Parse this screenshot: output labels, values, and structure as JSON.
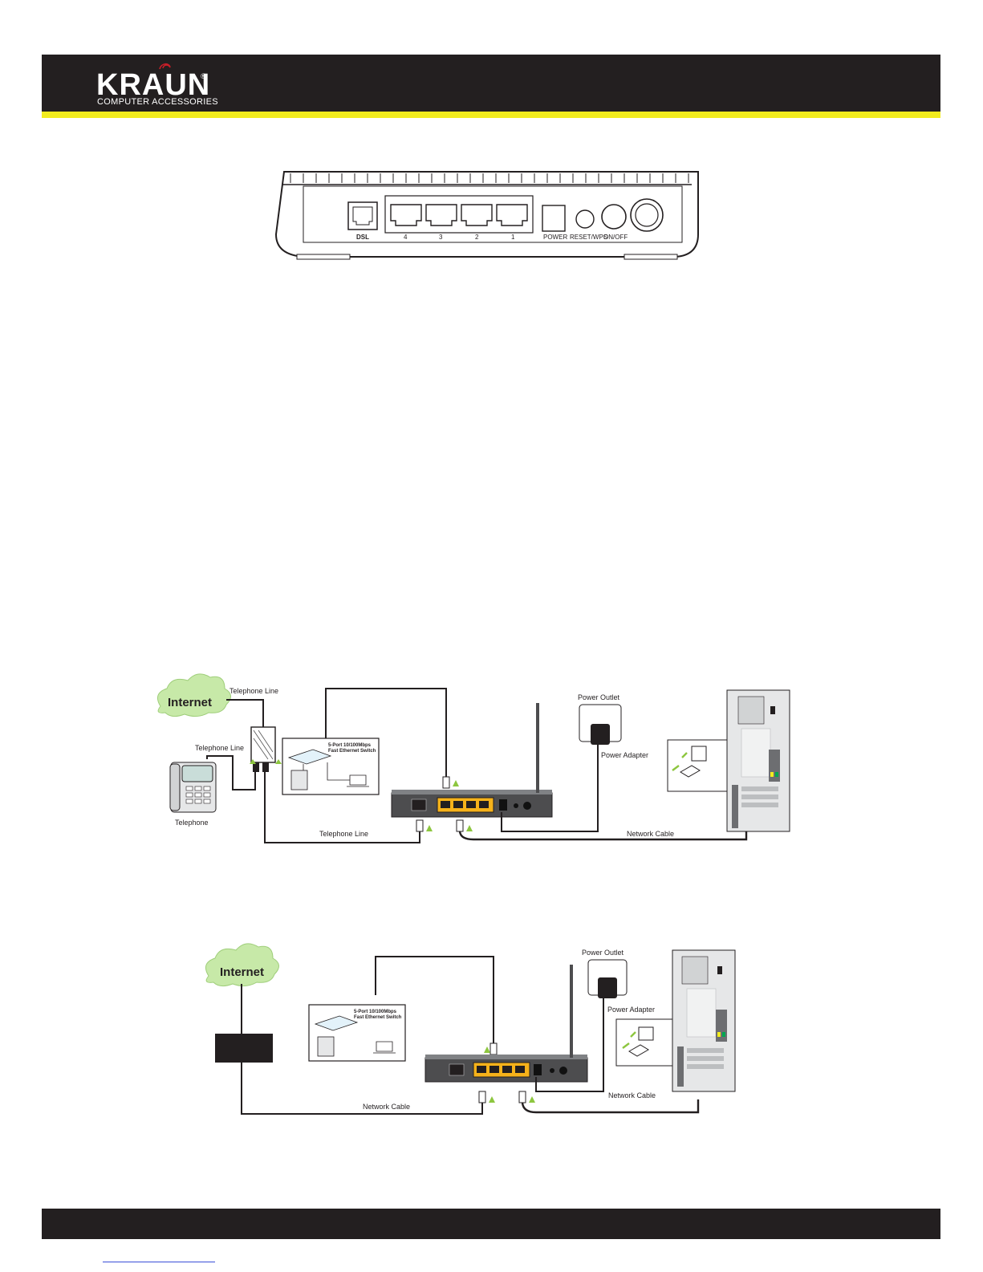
{
  "header": {
    "brand": "KRAUN",
    "tagline": "COMPUTER ACCESSORIES",
    "registered": "®",
    "accent_color": "#f2ec1f",
    "bar_color": "#231f20"
  },
  "router_panel": {
    "dsl": "DSL",
    "lan_ports": [
      "4",
      "3",
      "2",
      "1"
    ],
    "power": "POWER",
    "reset": "RESET/WPS",
    "onoff": "ON/OFF"
  },
  "diagram_adsl": {
    "internet": "Internet",
    "telephone_line_top": "Telephone Line",
    "telephone_line_mid": "Telephone Line",
    "telephone_line_bottom": "Telephone Line",
    "telephone": "Telephone",
    "switch_line1": "5-Port 10/100Mbps",
    "switch_line2": "Fast Ethernet Switch",
    "power_outlet": "Power Outlet",
    "power_adapter": "Power Adapter",
    "network_cable": "Network Cable"
  },
  "diagram_ethernet": {
    "internet": "Internet",
    "switch_line1": "5-Port 10/100Mbps",
    "switch_line2": "Fast Ethernet Switch",
    "power_outlet": "Power Outlet",
    "power_adapter": "Power Adapter",
    "network_cable_left": "Network Cable",
    "network_cable_right": "Network Cable"
  }
}
